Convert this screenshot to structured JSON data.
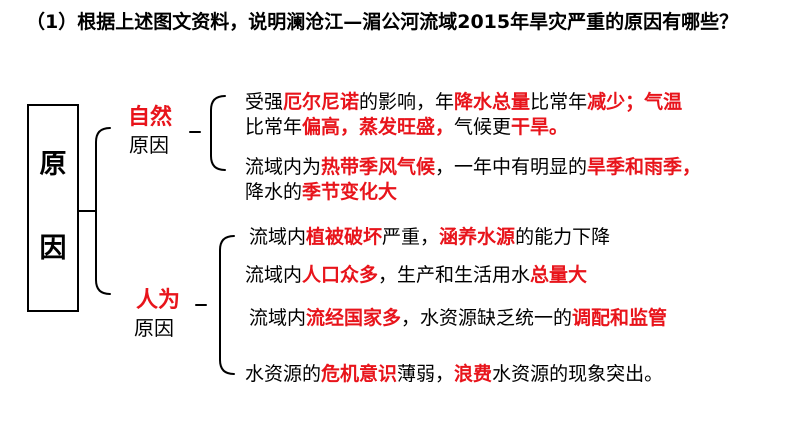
{
  "question": {
    "text": "（1）根据上述图文资料，说明澜沧江—湄公河流域2015年旱灾严重的原因有哪些？"
  },
  "root": {
    "char1": "原",
    "char2": "因"
  },
  "natural": {
    "title": "自然",
    "subtitle": "原因",
    "item1": {
      "line1": [
        "受强",
        "厄尔尼诺",
        "的影响，年",
        "降水总量",
        "比常年",
        "减少；气温"
      ],
      "line2": [
        "比常年",
        "偏高，蒸发旺盛，",
        "气候更",
        "干旱。"
      ]
    },
    "item2": {
      "line1": [
        "流域内为",
        "热带季风气候",
        "，一年中有明显的",
        "旱季和雨季，"
      ],
      "line2": [
        "降水的",
        "季节变化大"
      ]
    }
  },
  "human": {
    "title": "人为",
    "subtitle": "原因",
    "item1": [
      "流域内",
      "植被破坏",
      "严重，",
      "涵养水源",
      "的能力下降"
    ],
    "item2": [
      "流域内",
      "人口众多",
      "，生产和生活用水",
      "总量大"
    ],
    "item3": [
      "流域内",
      "流经国家多",
      "，水资源缺乏统一的",
      "调配和监管"
    ],
    "item4": [
      "水资源的",
      "危机意识",
      "薄弱，",
      "浪费",
      "水资源的现象突出。"
    ]
  },
  "colors": {
    "accent": "#e8141b",
    "text": "#000000"
  }
}
